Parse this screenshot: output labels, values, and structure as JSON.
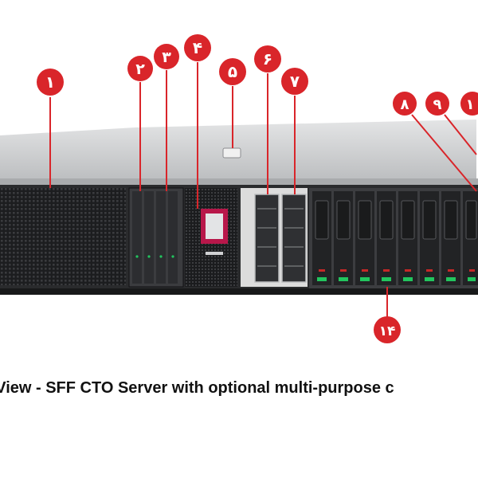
{
  "caption": "t View - SFF CTO Server with optional multi-purpose c",
  "callouts": [
    {
      "id": "c1",
      "label": "١"
    },
    {
      "id": "c2",
      "label": "٢"
    },
    {
      "id": "c3",
      "label": "٣"
    },
    {
      "id": "c4",
      "label": "۴"
    },
    {
      "id": "c5",
      "label": "۵"
    },
    {
      "id": "c6",
      "label": "۶"
    },
    {
      "id": "c7",
      "label": "٧"
    },
    {
      "id": "c8",
      "label": "٨"
    },
    {
      "id": "c9",
      "label": "٩"
    },
    {
      "id": "c10",
      "label": "١"
    },
    {
      "id": "c14",
      "label": "١۴"
    }
  ],
  "colors": {
    "callout": "#d9252a",
    "chassis": "#c9cbcd",
    "bezel": "#2b2c2e",
    "led": "#22c55e"
  },
  "icons": [
    "callout-marker-icon",
    "status-led-icon",
    "drive-latch-icon"
  ]
}
